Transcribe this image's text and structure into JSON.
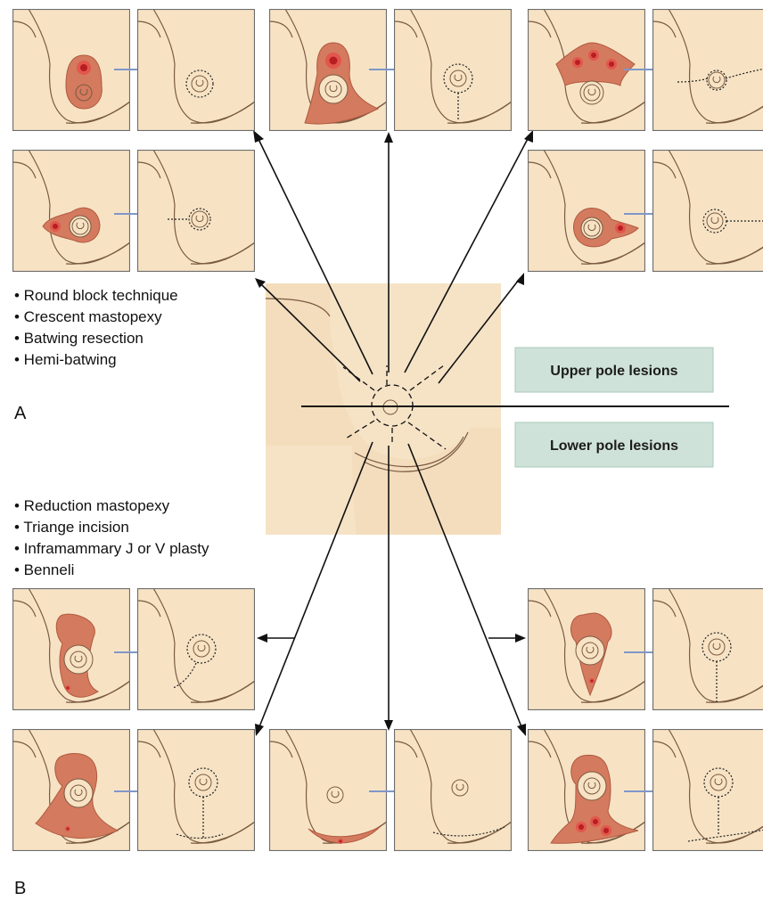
{
  "upper_techniques": [
    "• Round block technique",
    "• Crescent mastopexy",
    "• Batwing resection",
    "• Hemi-batwing"
  ],
  "lower_techniques": [
    "• Reduction mastopexy",
    "• Triange incision",
    "• Inframammary J or V plasty",
    "• Benneli"
  ],
  "labels": {
    "upper_pole": "Upper pole lesions",
    "lower_pole": "Lower pole lesions",
    "panel_a": "A",
    "panel_b": "B"
  },
  "colors": {
    "skin": "#f7e3c4",
    "excision": "#d47a5e",
    "tumor": "#b71e22",
    "flow_arrow": "#7f97c9",
    "pole_box": "#cfe2d9",
    "background_block": "#f6e3c6"
  }
}
